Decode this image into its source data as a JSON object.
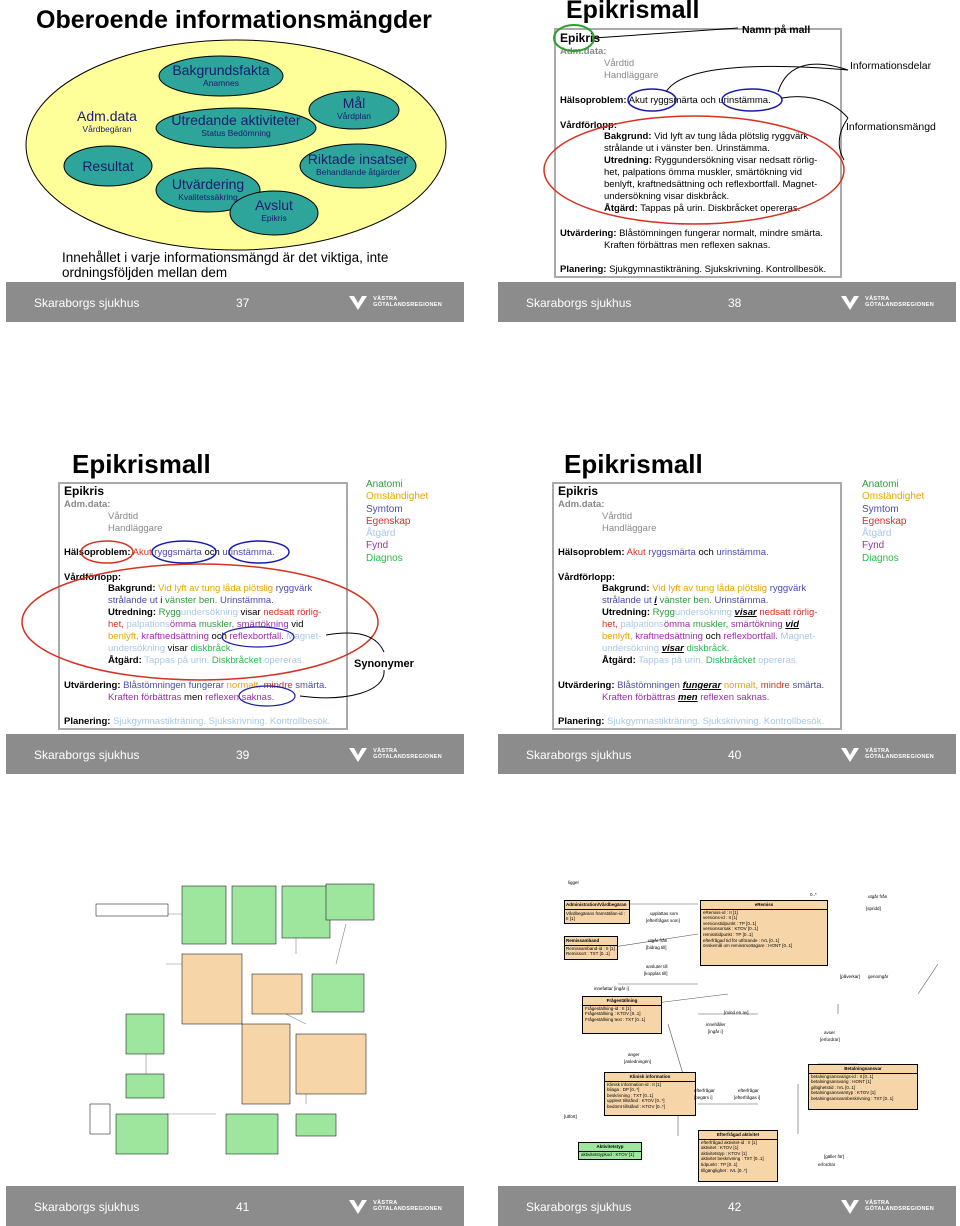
{
  "footer": {
    "hospital": "Skaraborgs sjukhus",
    "logo_line1": "VÄSTRA",
    "logo_line2": "GÖTALANDSREGIONEN"
  },
  "slide37": {
    "title": "Oberoende informationsmängder",
    "groups": [
      {
        "label": "Adm.data",
        "sub": "Vårdbegäran"
      },
      {
        "label": "Bakgrundsfakta",
        "sub": "Anamnes"
      },
      {
        "label": "Utredande aktiviteter",
        "sub": "Status  Bedömning"
      },
      {
        "label": "Mål",
        "sub": "Vårdplan"
      },
      {
        "label": "Resultat",
        "sub": ""
      },
      {
        "label": "Riktade insatser",
        "sub": "Behandlande åtgärder"
      },
      {
        "label": "Utvärdering",
        "sub": "Kvalitetssäkring"
      },
      {
        "label": "Avslut",
        "sub": "Epikris"
      }
    ],
    "caption": "Innehållet i varje informationsmängd är det viktiga, inte ordningsföljden mellan dem",
    "number": "37"
  },
  "epikris": {
    "title": "Epikrismall",
    "heading": "Epikris",
    "adm": "Adm.data:",
    "vardtid": "Vårdtid",
    "handlaggare": "Handläggare",
    "halso_label": "Hälsoproblem:",
    "halso_text": "Akut ryggsmärta och urinstämma.",
    "vardforlopp": "Vårdförlopp:",
    "bakgrund_label": "Bakgrund:",
    "bakgrund_l1": "Vid lyft av tung låda plötslig ryggvärk",
    "bakgrund_l2": "strålande ut i vänster ben. Urinstämma.",
    "utredning_label": "Utredning:",
    "utredning_l1": "Ryggundersökning visar nedsatt rörlig-",
    "utredning_l2": "het, palpations ömma muskler, smärtökning vid",
    "utredning_l3": "benlyft, kraftnedsättning och reflexbortfall. Magnet-",
    "utredning_l4": "undersökning visar diskbråck.",
    "atgard_label": "Åtgärd:",
    "atgard_text": "Tappas på urin. Diskbråcket opereras.",
    "utvardering_label": "Utvärdering:",
    "utvardering_l1": "Blåstömningen fungerar normalt, mindre smärta.",
    "utvardering_l2": "Kraften förbättras men reflexen saknas.",
    "planering_label": "Planering:",
    "planering_text": "Sjukgymnastikträning. Sjukskrivning. Kontrollbesök."
  },
  "slide38": {
    "ann_namn": "Namn på mall",
    "ann_info": "Informationsdelar",
    "ann_mangd": "Informationsmängd",
    "number": "38"
  },
  "legend": [
    "Anatomi",
    "Omständighet",
    "Symtom",
    "Egenskap",
    "Åtgärd",
    "Fynd",
    "Diagnos"
  ],
  "slide39": {
    "synonymer": "Synonymer",
    "number": "39"
  },
  "slide40": {
    "number": "40"
  },
  "slide41": {
    "number": "41"
  },
  "slide42": {
    "number": "42",
    "boxes": [
      {
        "title": "Administration/Vårdbegäran",
        "lines": [
          "Vårdbegärans framställan-id : II [1]"
        ]
      },
      {
        "title": "Remissamband",
        "lines": [
          "Remissamband-id : II [1]",
          "Remissort : TXT [0..1]"
        ]
      },
      {
        "title": "eRemiss",
        "lines": [
          "eRemiss-id : II [1]",
          "versions-id : II [1]",
          "versionstidpunkt : TP [0..1]",
          "versionsorsak : KTOV [0..1]",
          "remisstidpunkt : TP [0..1]",
          "efterfrågad tid för utförande : IVL [0..1]",
          "önskemål om remissmottagare : HONT [0..1]"
        ]
      },
      {
        "title": "Frågeställning",
        "lines": [
          "Frågeställning-id : II [1]",
          "Frågeställning : KTOV [0..1]",
          "Frågeställning text : TXT [0..1]"
        ]
      },
      {
        "title": "Klinisk information",
        "lines": [
          "Klinisk information-id : II [1]",
          "bilaga : DP [0..*]",
          "beskrivning : TXT [0..1]",
          "upplevt tillstånd : KTOV [0..*]",
          "bedömt tillstånd : KTOV [0..*]"
        ]
      },
      {
        "title": "Betalningsansvar",
        "lines": [
          "betalningsansvarigs-id : II [0..1]",
          "betalningsansvarig : HONT [1]",
          "giltighetstid : IVL [0..1]",
          "betalningsansvarstyp : KTOV [1]",
          "betalningsansvarsbeskrivning : TXT [0..1]"
        ]
      },
      {
        "title": "Efterfrågad aktivitet",
        "lines": [
          "efterfrågad aktivitet-id : II [1]",
          "aktivitet : KTOV [1]",
          "aktivitetstyp : KTOV [1]",
          "aktivitet beskrivning : TXT [0..1]",
          "tidpunkt : TP [0..1]",
          "tillgänglighet : IVL [0..*]"
        ]
      },
      {
        "title": "Aktivitetstyp",
        "lines": [
          "aktivitetstypkod : KTOV [1]"
        ]
      }
    ],
    "relations": [
      "0..*",
      "upplattas som",
      "[efterfrågas som]",
      "utgår från",
      "[bidrag till]",
      "ansluter till",
      "[kopplas till]",
      "innefattar [ingår i]",
      "[mind en av]",
      "innehåller",
      "[ingår i]",
      "anger",
      "[anledningen]",
      "efterfrågar",
      "[begärs i]",
      "efterfrågar",
      "[efterfrågas i]",
      "avser",
      "[erfordrar]",
      "utgår från",
      "[spridd]",
      "[påverkar]",
      "genomgår",
      "ligger",
      "[utfört]",
      "[gäller för]",
      "erfordrar"
    ]
  }
}
